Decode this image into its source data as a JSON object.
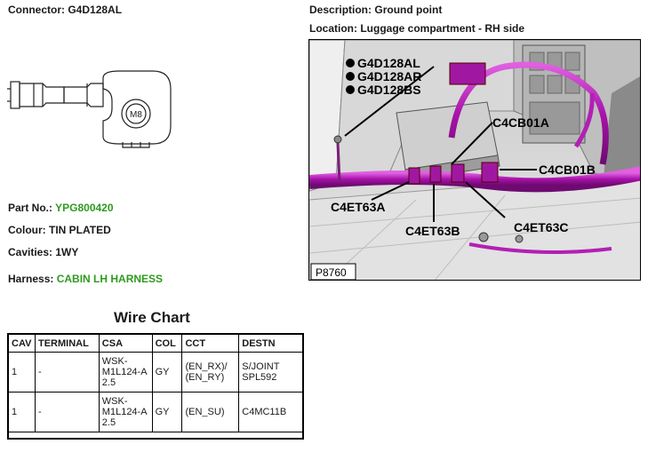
{
  "header": {
    "connector_label": "Connector:",
    "connector_value": "G4D128AL",
    "description_label": "Description:",
    "description_value": "Ground point",
    "location_label": "Location:",
    "location_value": "Luggage compartment - RH side"
  },
  "details": {
    "part_no_label": "Part No.:",
    "part_no_value": "YPG800420",
    "colour_label": "Colour:",
    "colour_value": "TIN PLATED",
    "cavities_label": "Cavities:",
    "cavities_value": "1WY",
    "harness_label": "Harness:",
    "harness_value": "CABIN LH HARNESS"
  },
  "connector_drawing": {
    "stud_text": "M8"
  },
  "photo": {
    "callouts": [
      "G4D128AL",
      "G4D128AR",
      "G4D128BS",
      "C4CB01A",
      "C4CB01B",
      "C4ET63A",
      "C4ET63B",
      "C4ET63C"
    ],
    "figure_id": "P8760"
  },
  "wire_chart": {
    "title": "Wire Chart",
    "columns": [
      "CAV",
      "TERMINAL",
      "CSA",
      "COL",
      "CCT",
      "DESTN"
    ],
    "rows": [
      [
        "1",
        "-",
        "WSK-M1L124-A 2.5",
        "GY",
        "(EN_RX)/ (EN_RY)",
        "S/JOINT SPL592"
      ],
      [
        "1",
        "-",
        "WSK-M1L124-A 2.5",
        "GY",
        "(EN_SU)",
        "C4MC11B"
      ]
    ]
  },
  "colors": {
    "accent_green": "#2e9a1f",
    "harness_magenta": "#c21cc4"
  }
}
